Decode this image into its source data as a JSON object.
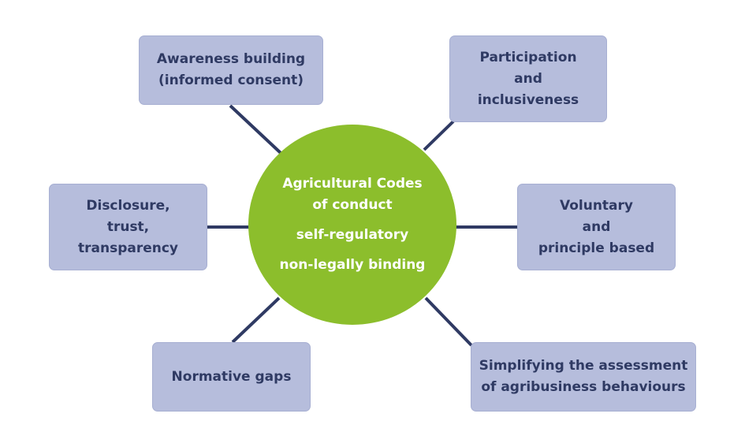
{
  "center": {
    "title_lines": [
      "Agricultural Codes",
      "of conduct"
    ],
    "line_3": "self-regulatory",
    "line_4": "non-legally binding"
  },
  "boxes": [
    {
      "id": "awareness",
      "lines": [
        "Awareness building",
        "(informed consent)"
      ]
    },
    {
      "id": "participation",
      "lines": [
        "Participation",
        "and",
        "inclusiveness"
      ]
    },
    {
      "id": "disclosure",
      "lines": [
        "Disclosure,",
        "trust,",
        "transparency"
      ]
    },
    {
      "id": "voluntary",
      "lines": [
        "Voluntary",
        "and",
        "principle based"
      ]
    },
    {
      "id": "normative",
      "lines": [
        "Normative gaps"
      ]
    },
    {
      "id": "simplifying",
      "lines": [
        "Simplifying the assessment",
        "of agribusiness behaviours"
      ]
    }
  ],
  "colors": {
    "center_fill": "#8cbe2c",
    "box_fill": "#b6bddc",
    "text_dark": "#2f3a63",
    "connector": "#2f3a63"
  }
}
